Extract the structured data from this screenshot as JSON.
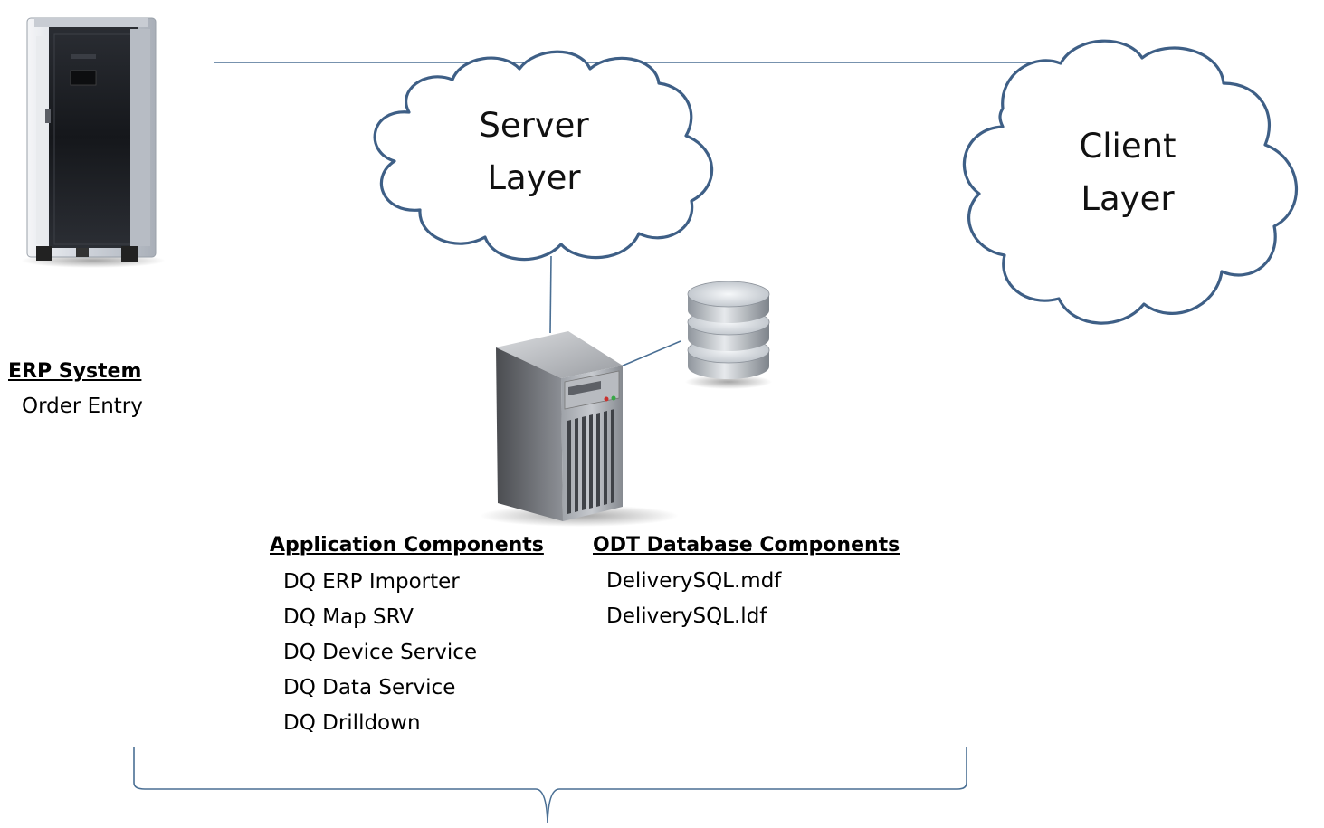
{
  "server_cloud": {
    "line1": "Server",
    "line2": "Layer"
  },
  "client_cloud": {
    "line1": "Client",
    "line2": "Layer"
  },
  "erp": {
    "heading": "ERP System",
    "items": [
      "Order Entry"
    ]
  },
  "application_components": {
    "heading": "Application Components",
    "items": [
      "DQ ERP Importer",
      "DQ Map SRV",
      "DQ Device Service",
      "DQ Data Service",
      "DQ Drilldown"
    ]
  },
  "database_components": {
    "heading": "ODT Database Components",
    "items": [
      "DeliverySQL.mdf",
      "DeliverySQL.ldf"
    ]
  },
  "colors": {
    "connector": "#4a6f94",
    "cloud_outline": "#3e5f86",
    "brace": "#4a6f94"
  }
}
